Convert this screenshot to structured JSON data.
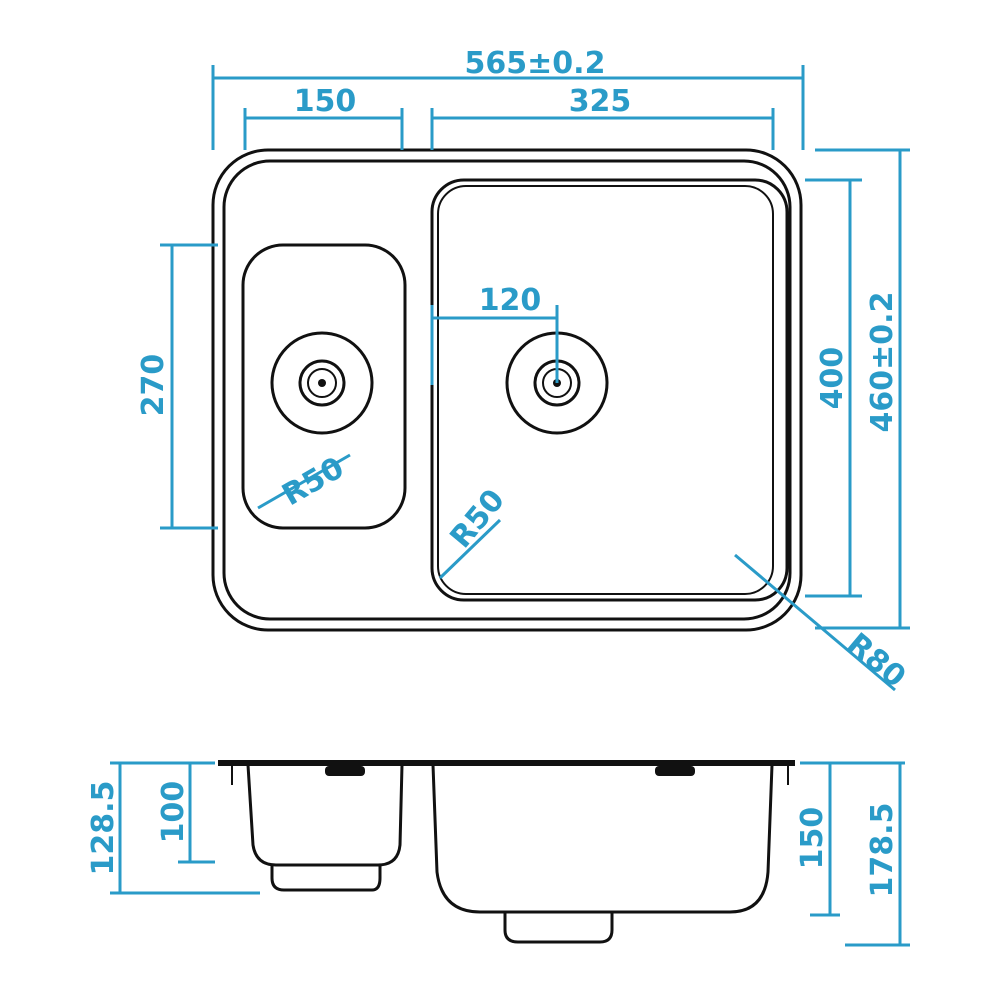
{
  "title": "Double bowl sink dimension drawing",
  "colors": {
    "dimension": "#2a9bc8",
    "outline": "#111111"
  },
  "top_view": {
    "overall_width": "565±0.2",
    "small_bowl_width": "150",
    "large_bowl_width": "325",
    "small_bowl_length": "270",
    "drain_offset": "120",
    "large_bowl_length": "400",
    "overall_length": "460±0.2",
    "small_bowl_radius": "R50",
    "large_bowl_radius": "R50",
    "corner_radius": "R80"
  },
  "side_view": {
    "small_total_depth": "128.5",
    "small_bowl_depth": "100",
    "large_bowl_depth": "150",
    "large_total_depth": "178.5"
  }
}
